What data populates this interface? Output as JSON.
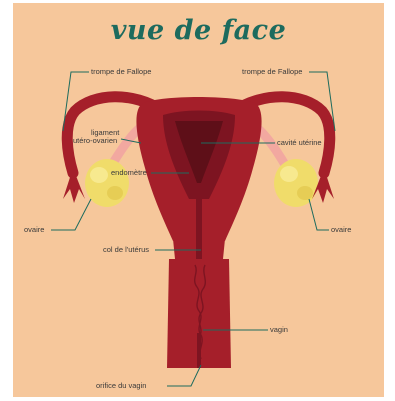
{
  "title": "vue de face",
  "labels": {
    "trompe_left": "trompe de Fallope",
    "trompe_right": "trompe de Fallope",
    "ligament_line1": "ligament",
    "ligament_line2": "utéro-ovarien",
    "cavite": "cavité utérine",
    "endometre": "endomètre",
    "ovaire_left": "ovaire",
    "ovaire_right": "ovaire",
    "col": "col de l'utérus",
    "vagin": "vagin",
    "orifice": "orifice du vagin"
  },
  "colors": {
    "background": "#f6c79b",
    "title": "#1d6b5e",
    "leader_lines": "#1d6b5e",
    "uterus": "#a51f2a",
    "uterus_dark": "#7d1421",
    "ovary": "#f0dc6a",
    "ligament": "#f2a8a0"
  }
}
